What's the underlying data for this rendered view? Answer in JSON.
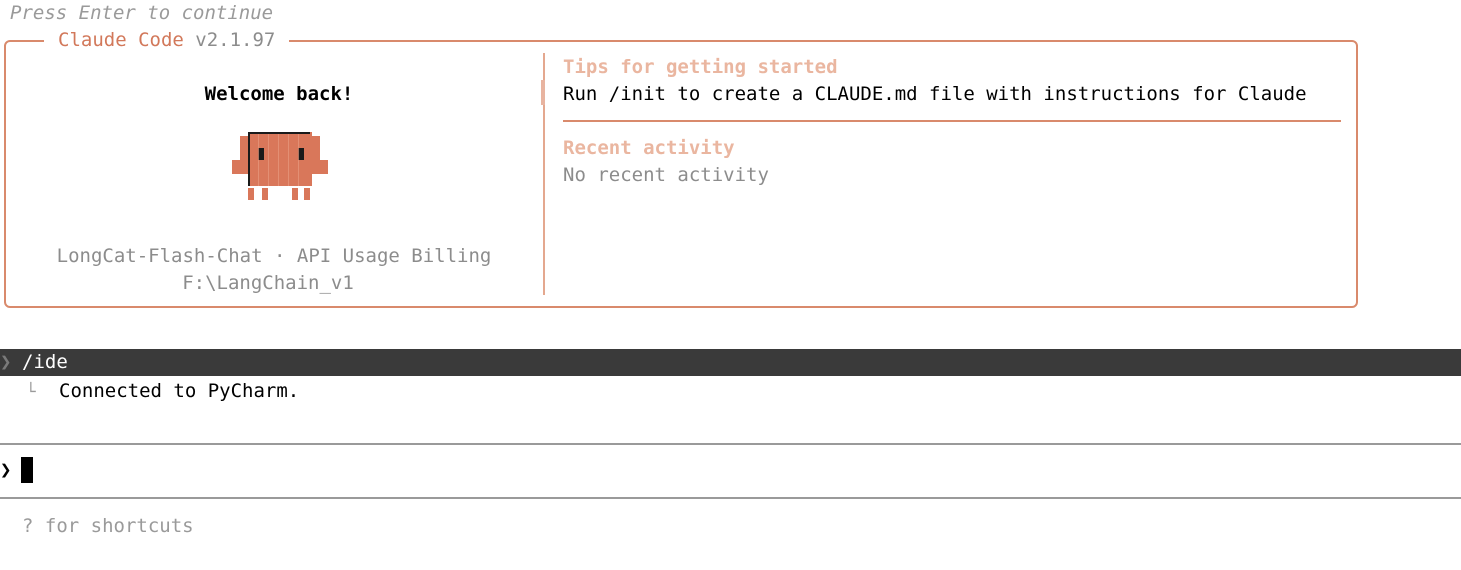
{
  "header": {
    "press_enter": "Press Enter to continue"
  },
  "welcome_box": {
    "title_name": "Claude Code",
    "title_version": "v2.1.97",
    "welcome": "Welcome back!",
    "mascot": "claude-mascot-icon",
    "model_billing": "LongCat-Flash-Chat · API Usage Billing",
    "cwd": "F:\\LangChain_v1",
    "tips_title": "Tips for getting started",
    "tips_body": "Run /init to create a CLAUDE.md file with instructions for Claude",
    "recent_title": "Recent activity",
    "recent_body": "No recent activity"
  },
  "history": {
    "prompt_glyph": "❯",
    "command": "/ide",
    "result_glyph": "└",
    "result": "Connected to PyCharm."
  },
  "input": {
    "prompt_glyph": "❯",
    "value": ""
  },
  "footer": {
    "shortcuts_hint": "? for shortcuts"
  },
  "colors": {
    "accent": "#d98a6c",
    "accent_light": "#eab6a0",
    "muted": "#8c8c8c",
    "cmd_bar_bg": "#3a3a3a"
  }
}
